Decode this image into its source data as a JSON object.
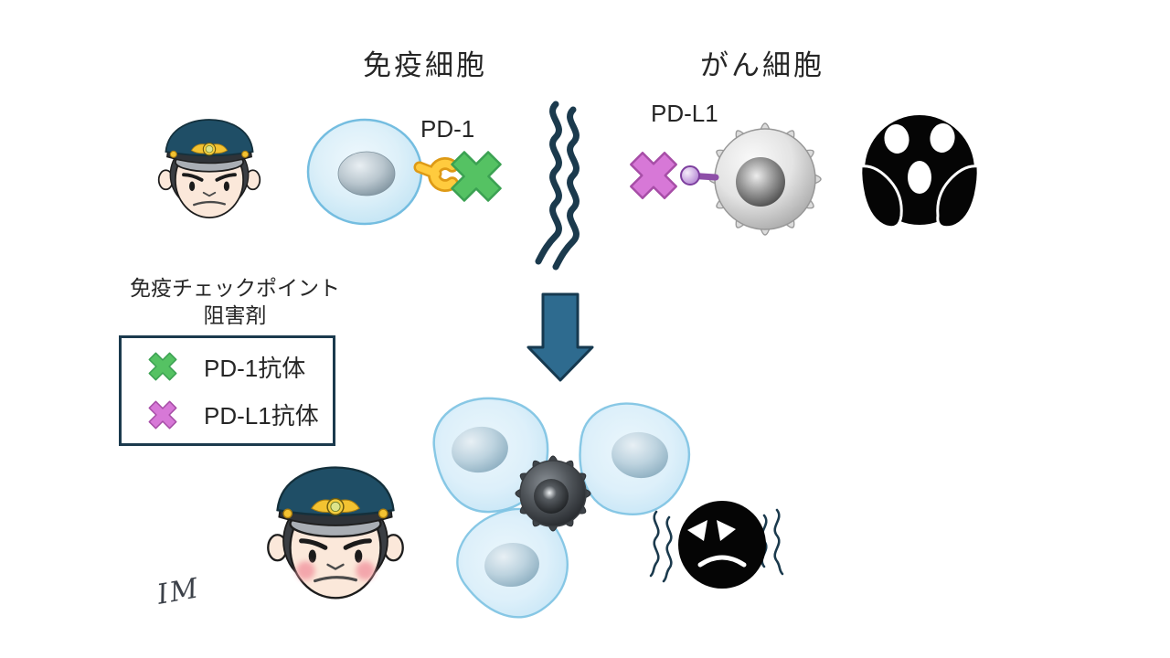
{
  "headers": {
    "immune_cell": "免疫細胞",
    "cancer_cell": "がん細胞"
  },
  "labels": {
    "pd1": "PD-1",
    "pdl1": "PD-L1"
  },
  "legend": {
    "title_line1": "免疫チェックポイント",
    "title_line2": "阻害剤",
    "items": [
      {
        "icon": "green-cross-icon",
        "label": "PD-1抗体",
        "color": "#55C263"
      },
      {
        "icon": "magenta-cross-icon",
        "label": "PD-L1抗体",
        "color": "#D778D7"
      }
    ]
  },
  "annotations": {
    "signature": "IM"
  },
  "colors": {
    "accent_arrow": "#2E6B8F",
    "outline_dark": "#1B3A4D",
    "receptor_yellow": "#FFCB3E",
    "receptor_outline": "#DE9A15",
    "ligand_purple": "#8E4FA8"
  }
}
